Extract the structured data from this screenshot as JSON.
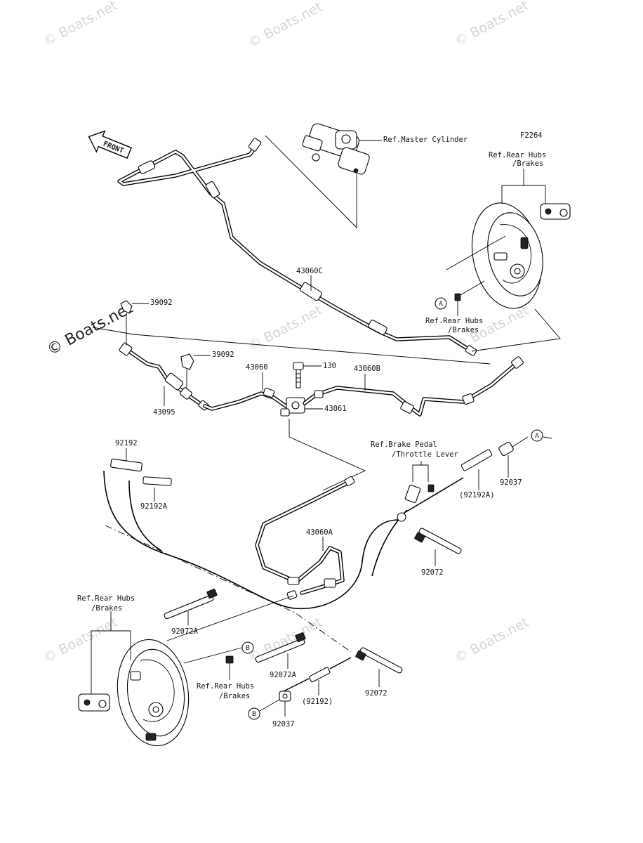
{
  "watermarks": {
    "text": "© Boats.net"
  },
  "figure_code": "F2264",
  "front_label": "FRONT",
  "circle_markers": {
    "a": "A",
    "b": "B"
  },
  "refs": {
    "master_cylinder": "Ref.Master Cylinder",
    "rear_hubs_top_l1": "Ref.Rear Hubs",
    "rear_hubs_top_l2": "/Brakes",
    "rear_hubs_mid_l1": "Ref.Rear Hubs",
    "rear_hubs_mid_l2": "/Brakes",
    "brake_pedal_l1": "Ref.Brake Pedal",
    "brake_pedal_l2": "/Throttle Lever",
    "rear_hubs_left_l1": "Ref.Rear Hubs",
    "rear_hubs_left_l2": "/Brakes",
    "rear_hubs_bot_l1": "Ref.Rear Hubs",
    "rear_hubs_bot_l2": "/Brakes"
  },
  "parts": {
    "p43060C": "43060C",
    "p39092_a": "39092",
    "p39092_b": "39092",
    "p43060": "43060",
    "p130": "130",
    "p43060B": "43060B",
    "p43061": "43061",
    "p43095": "43095",
    "p92192": "92192",
    "p92192A": "92192A",
    "p92192A_paren": "(92192A)",
    "p92037_top": "92037",
    "p43060A": "43060A",
    "p92072_right": "92072",
    "p92072A_left": "92072A",
    "p92072A_mid": "92072A",
    "p92192_paren": "(92192)",
    "p92072_bot": "92072",
    "p92037_bot": "92037"
  }
}
